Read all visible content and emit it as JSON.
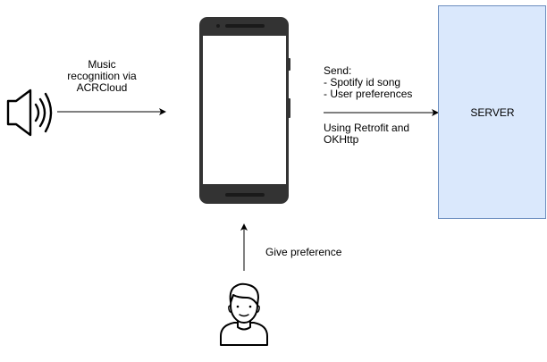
{
  "labels": {
    "music": [
      "Music",
      "recognition via",
      "ACRCloud"
    ],
    "send": [
      "Send:",
      "- Spotify id song",
      "- User preferences"
    ],
    "retrofit": [
      "Using Retrofit and",
      "OKHttp"
    ],
    "give": "Give preference",
    "server": "SERVER"
  },
  "colors": {
    "server_fill": "#dae8fc",
    "server_stroke": "#6c8ebf",
    "phone_body": "#333333",
    "screen": "#ffffff"
  },
  "icons": {
    "speaker": "speaker-icon",
    "user": "user-icon",
    "phone": "smartphone-icon"
  }
}
